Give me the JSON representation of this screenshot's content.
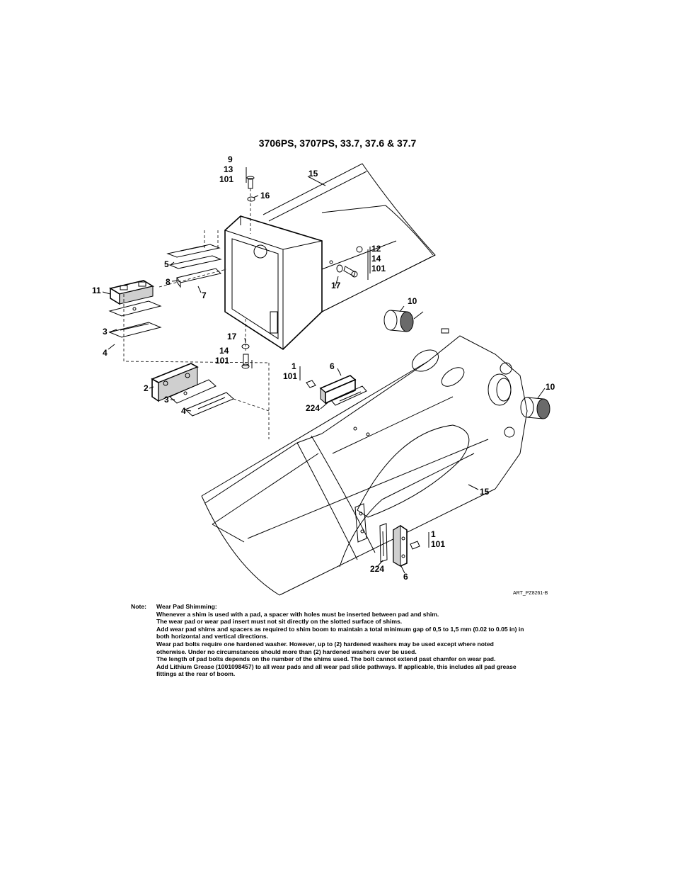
{
  "title": "3706PS, 3707PS, 33.7, 37.6 & 37.7",
  "callouts": {
    "c9": "9",
    "c13": "13",
    "c101a": "101",
    "c15a": "15",
    "c16": "16",
    "c12": "12",
    "c14a": "14",
    "c101b": "101",
    "c17a": "17",
    "c5": "5",
    "c8": "8",
    "c7": "7",
    "c11": "11",
    "c3a": "3",
    "c4a": "4",
    "c17b": "17",
    "c14b": "14",
    "c101c": "101",
    "c10a": "10",
    "c1a": "1",
    "c101d": "101",
    "c6a": "6",
    "c224a": "224",
    "c2": "2",
    "c3b": "3",
    "c4b": "4",
    "c10b": "10",
    "c15b": "15",
    "c1b": "1",
    "c101e": "101",
    "c224b": "224",
    "c6b": "6"
  },
  "art_ref": "ART_PZ8261-B",
  "notes": {
    "label": "Note:",
    "lines": [
      "Wear Pad Shimming:",
      "Whenever a shim is used with a pad, a spacer with holes must be inserted between pad and shim.",
      "The wear pad or wear pad insert must not sit directly on the slotted surface of shims.",
      "Add wear pad shims and spacers as required to shim boom to maintain a total minimum gap of 0,5 to 1,5 mm (0.02 to 0.05 in) in both horizontal and vertical directions.",
      "Wear pad bolts require one hardened washer. However, up to (2) hardened washers may be used except where noted otherwise. Under no circumstances should more than (2) hardened washers ever be used.",
      "The length of pad bolts depends on the number of the shims used. The bolt cannot extend past chamfer on wear pad.",
      "Add Lithium Grease (1001098457) to all wear pads and all wear pad slide pathways. If applicable, this includes all pad grease fittings at the rear of boom."
    ]
  }
}
